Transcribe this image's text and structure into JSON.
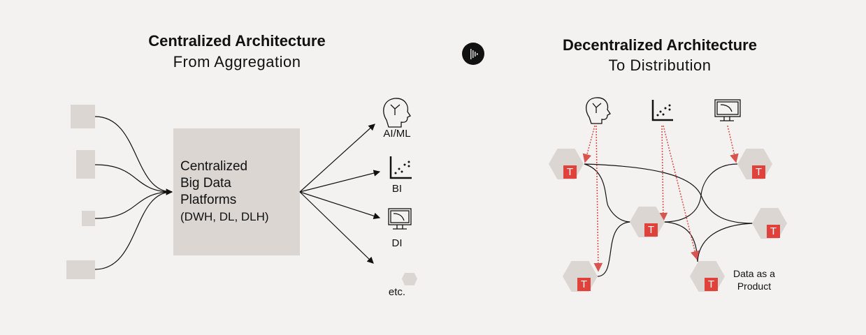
{
  "left": {
    "title": "Centralized Architecture",
    "subtitle": "From Aggregation",
    "platform": [
      "Centralized",
      "Big Data",
      "Platforms",
      "(DWH, DL, DLH)"
    ],
    "outputs": [
      "AI/ML",
      "BI",
      "DI",
      "etc."
    ]
  },
  "right": {
    "title": "Decentralized Architecture",
    "subtitle": "To Distribution",
    "node_badge": "T",
    "product_label": [
      "Data as a",
      "Product"
    ]
  },
  "colors": {
    "bg": "#f3f2f0",
    "box": "#dbd6d2",
    "accent": "#e0413a",
    "dotted": "#d9534f"
  }
}
